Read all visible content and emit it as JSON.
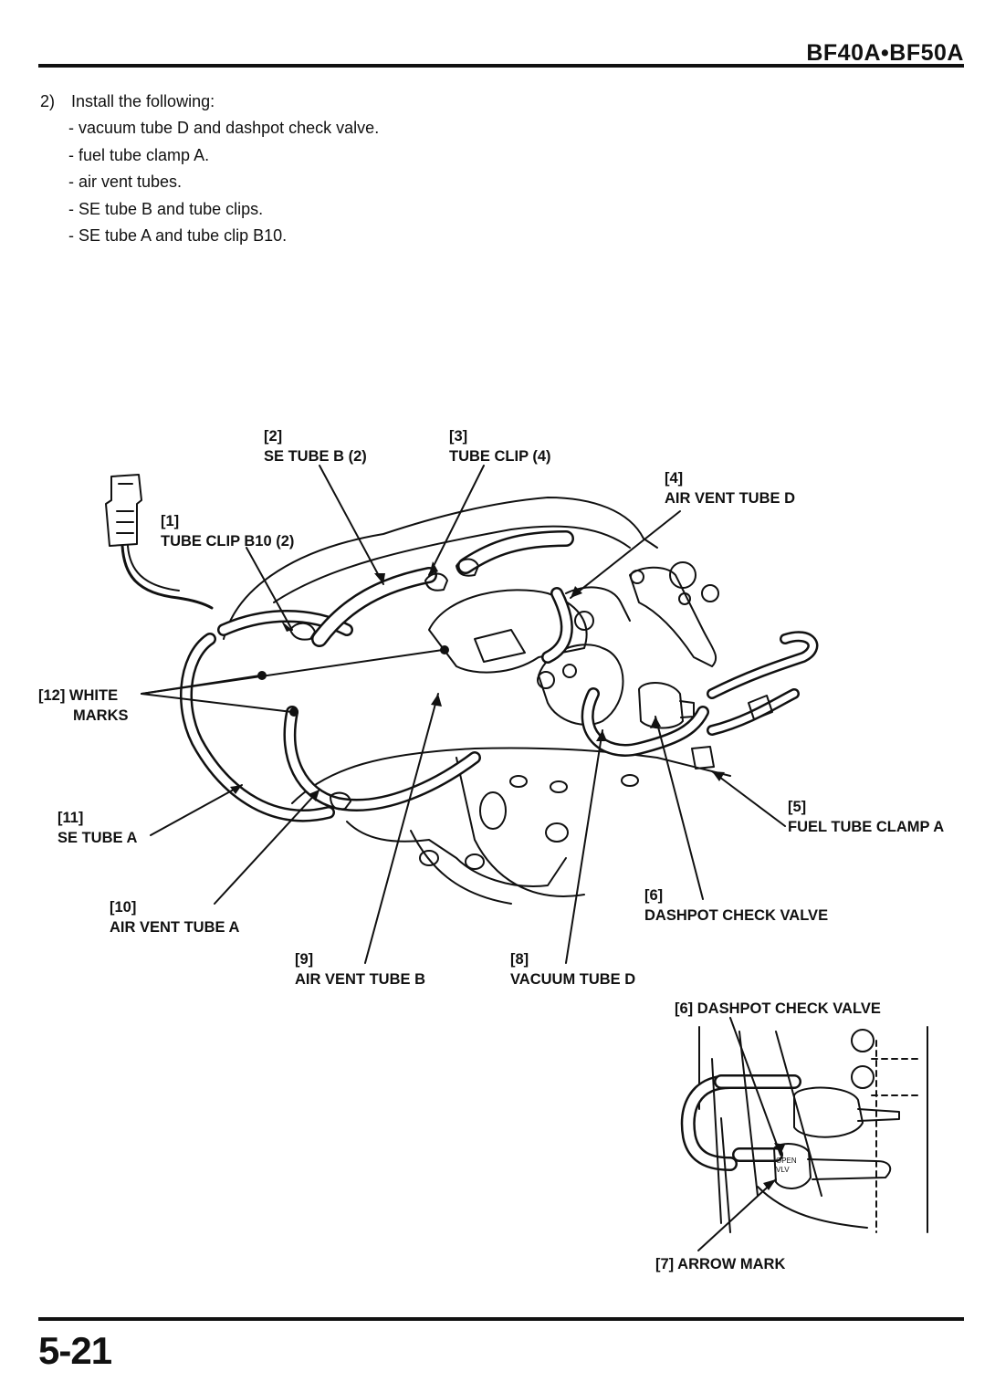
{
  "header": {
    "title": "BF40A•BF50A"
  },
  "step": {
    "number": "2)",
    "intro": "Install the following:",
    "items": [
      "- vacuum tube D and dashpot check valve.",
      "- fuel tube clamp A.",
      "- air vent tubes.",
      "- SE tube B and tube clips.",
      "- SE tube A and tube clip B10."
    ]
  },
  "callouts": {
    "c1": {
      "ref": "[1]",
      "text": "TUBE CLIP B10 (2)"
    },
    "c2": {
      "ref": "[2]",
      "text": "SE TUBE B (2)"
    },
    "c3": {
      "ref": "[3]",
      "text": "TUBE CLIP (4)"
    },
    "c4": {
      "ref": "[4]",
      "text": "AIR VENT TUBE D"
    },
    "c5": {
      "ref": "[5]",
      "text": "FUEL TUBE CLAMP A"
    },
    "c6": {
      "ref": "[6]",
      "text": "DASHPOT CHECK VALVE"
    },
    "c7": {
      "ref": "[7]",
      "text": "ARROW MARK"
    },
    "c8": {
      "ref": "[8]",
      "text": "VACUUM TUBE D"
    },
    "c9": {
      "ref": "[9]",
      "text": "AIR VENT TUBE B"
    },
    "c10": {
      "ref": "[10]",
      "text": "AIR VENT TUBE A"
    },
    "c11": {
      "ref": "[11]",
      "text": "SE TUBE A"
    },
    "c12": {
      "ref": "[12] WHITE",
      "text": "MARKS"
    },
    "detail": {
      "ref": "[6]",
      "text": "DASHPOT CHECK VALVE"
    }
  },
  "valve_marking": {
    "line1": "VLV",
    "line2": "OPEN"
  },
  "footer": {
    "page_number": "5-21"
  }
}
